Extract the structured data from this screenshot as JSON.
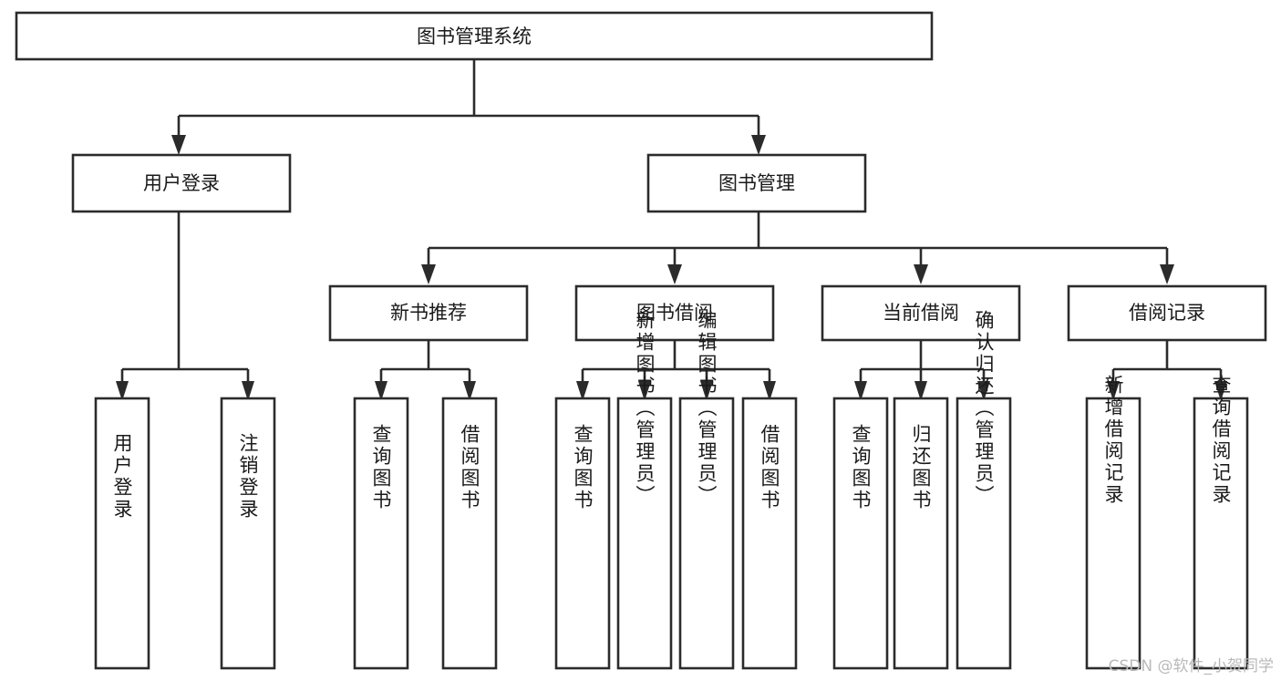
{
  "diagram": {
    "type": "tree-hierarchy-flowchart",
    "title": "图书管理系统",
    "background_color": "#ffffff",
    "stroke_color": "#2b2b2b",
    "text_color": "#1a1a1a",
    "levels": {
      "root": {
        "label": "图书管理系统"
      },
      "level2": [
        {
          "id": "user-login",
          "label": "用户登录"
        },
        {
          "id": "book-management",
          "label": "图书管理"
        }
      ],
      "level3": [
        {
          "id": "new-book-recommend",
          "label": "新书推荐",
          "parent": "book-management"
        },
        {
          "id": "book-borrow",
          "label": "图书借阅",
          "parent": "book-management"
        },
        {
          "id": "current-borrow",
          "label": "当前借阅",
          "parent": "book-management"
        },
        {
          "id": "borrow-record",
          "label": "借阅记录",
          "parent": "book-management"
        }
      ],
      "leaves": [
        {
          "id": "leaf-user-login",
          "label": "用户登录",
          "parent": "user-login"
        },
        {
          "id": "leaf-logout-login",
          "label": "注销登录",
          "parent": "user-login"
        },
        {
          "id": "leaf-query-book-1",
          "label": "查询图书",
          "parent": "new-book-recommend"
        },
        {
          "id": "leaf-borrow-book-1",
          "label": "借阅图书",
          "parent": "new-book-recommend"
        },
        {
          "id": "leaf-query-book-2",
          "label": "查询图书",
          "parent": "book-borrow"
        },
        {
          "id": "leaf-add-book",
          "label": "新增图书（管理员）",
          "parent": "book-borrow"
        },
        {
          "id": "leaf-edit-book",
          "label": "编辑图书（管理员）",
          "parent": "book-borrow"
        },
        {
          "id": "leaf-borrow-book-2",
          "label": "借阅图书",
          "parent": "book-borrow"
        },
        {
          "id": "leaf-query-book-3",
          "label": "查询图书",
          "parent": "current-borrow"
        },
        {
          "id": "leaf-return-book",
          "label": "归还图书",
          "parent": "current-borrow"
        },
        {
          "id": "leaf-confirm-return",
          "label": "确认归还（管理员）",
          "parent": "current-borrow"
        },
        {
          "id": "leaf-add-record",
          "label": "新增借阅记录",
          "parent": "borrow-record"
        },
        {
          "id": "leaf-query-record",
          "label": "查询借阅记录",
          "parent": "borrow-record"
        }
      ]
    }
  },
  "watermark": {
    "text": "CSDN @软件_小贺同学",
    "color": "#b9b9b9"
  }
}
